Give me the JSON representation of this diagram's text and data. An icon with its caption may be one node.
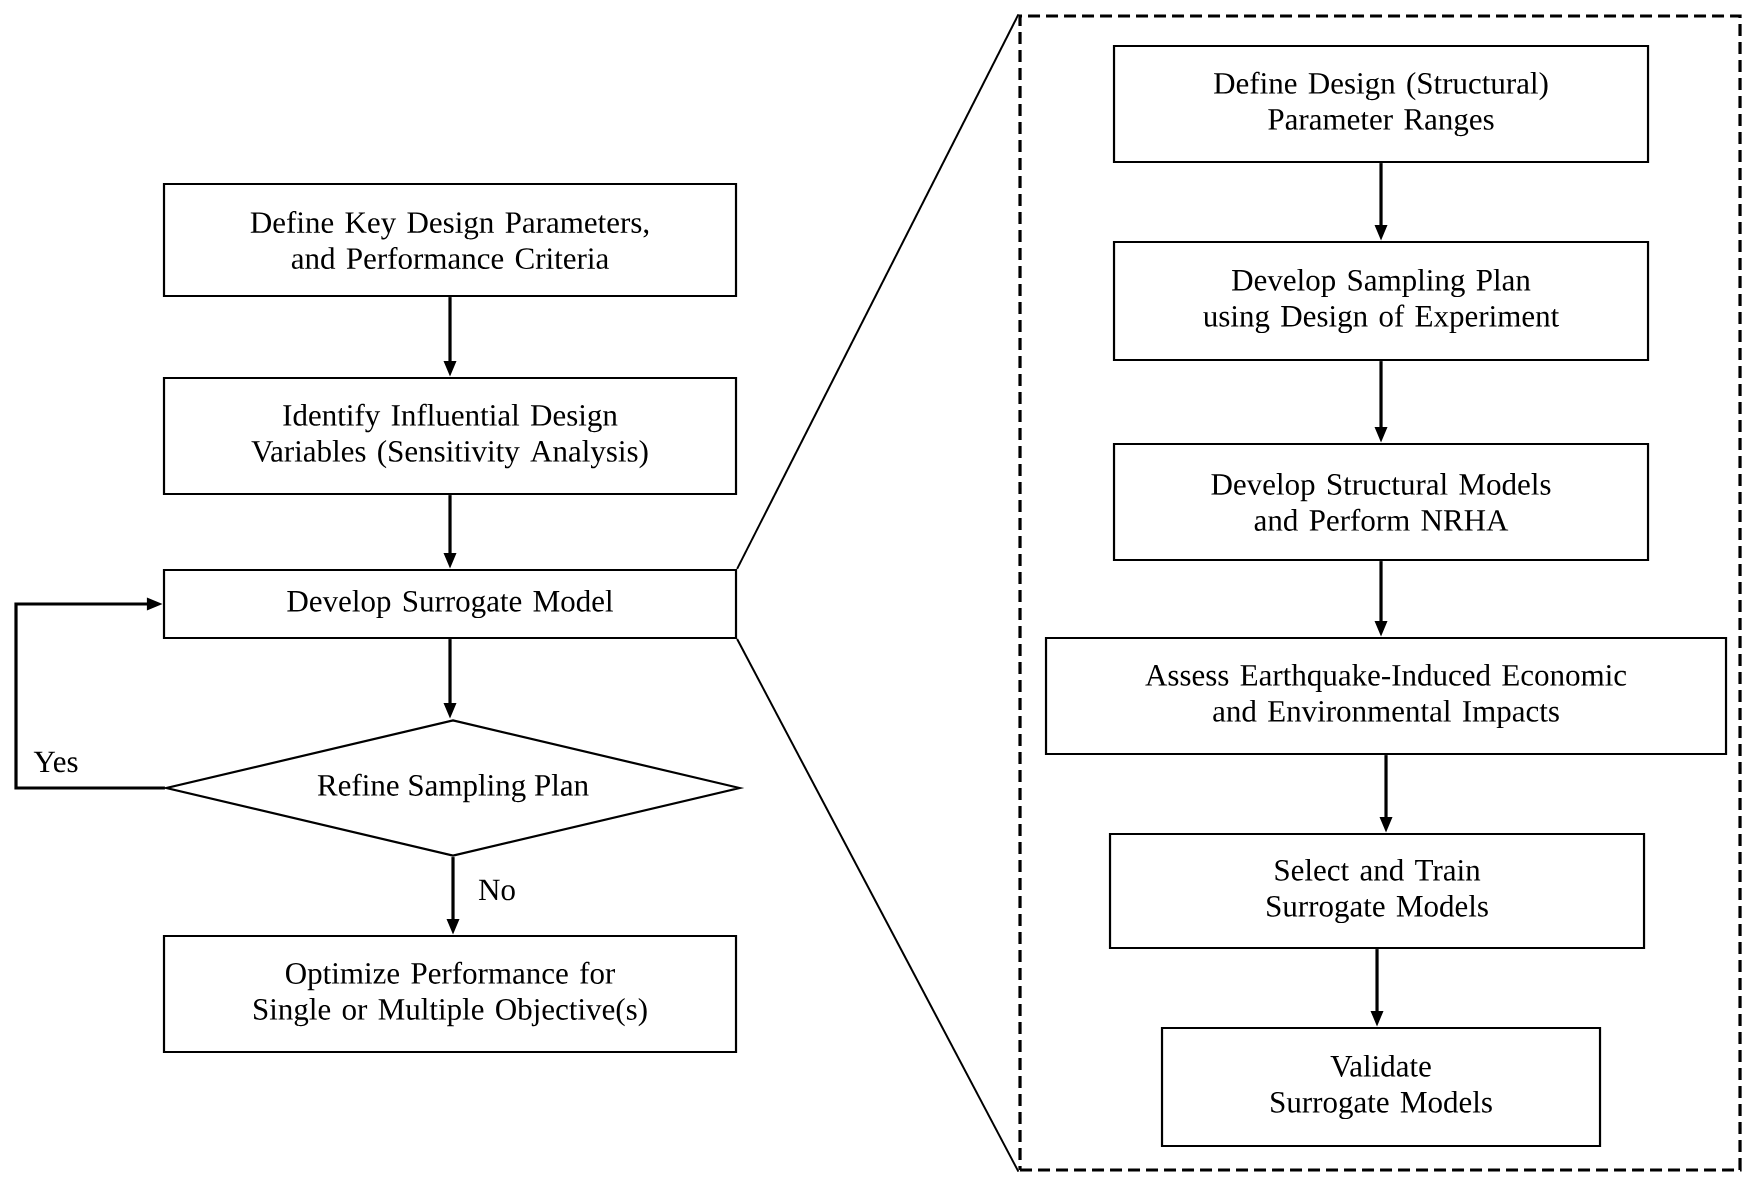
{
  "diagram": {
    "nodes": [
      {
        "text": [
          "Define Key Design Parameters, and Performance Criteria"
        ]
      },
      {
        "text": [
          "Identify Influential Design Variables (Sensitivity Analysis)"
        ]
      },
      {
        "text": [
          "Develop Surrogate Model"
        ]
      },
      {
        "text": [
          "Refine Sampling Plan"
        ]
      },
      {
        "text": [
          "Optimize Performance for Single or Multiple Objective(s)"
        ]
      },
      {
        "text": [],
        "shape": "box"
      },
      {
        "text": [
          "Define Design (Structural) Parameter Ranges"
        ],
        "in": 5
      },
      {
        "text": [
          "Develop Sampling Plan using Design of Experiment"
        ],
        "in": 5
      },
      {
        "text": [
          "Develop Structural Models and Perform NRHA"
        ],
        "in": 5
      },
      {
        "text": [
          "Assess Earthquake-Induced Economic and Environmental Impacts"
        ],
        "in": 5
      },
      {
        "text": [
          "Select and Train Surrogate Models"
        ],
        "in": 5
      },
      {
        "text": [
          "Validate Surrogate Models"
        ],
        "in": 5
      }
    ],
    "edges": [
      {
        "from": 0,
        "to": 1,
        "arrow": "to"
      },
      {
        "from": 1,
        "to": 2,
        "arrow": "to"
      },
      {
        "from": 2,
        "to": 3,
        "arrow": "to"
      },
      {
        "from": 3,
        "to": 2,
        "arrow": "to",
        "label": "Yes"
      },
      {
        "from": 3,
        "to": 4,
        "arrow": "to",
        "label": "No"
      },
      {
        "from": 2,
        "to": 5,
        "arrow": "none"
      },
      {
        "from": 2,
        "to": 5,
        "arrow": "none"
      },
      {
        "from": 6,
        "to": 7,
        "arrow": "to"
      },
      {
        "from": 7,
        "to": 8,
        "arrow": "to"
      },
      {
        "from": 8,
        "to": 9,
        "arrow": "to"
      },
      {
        "from": 9,
        "to": 10,
        "arrow": "to"
      },
      {
        "from": 10,
        "to": 11,
        "arrow": "to"
      }
    ]
  }
}
